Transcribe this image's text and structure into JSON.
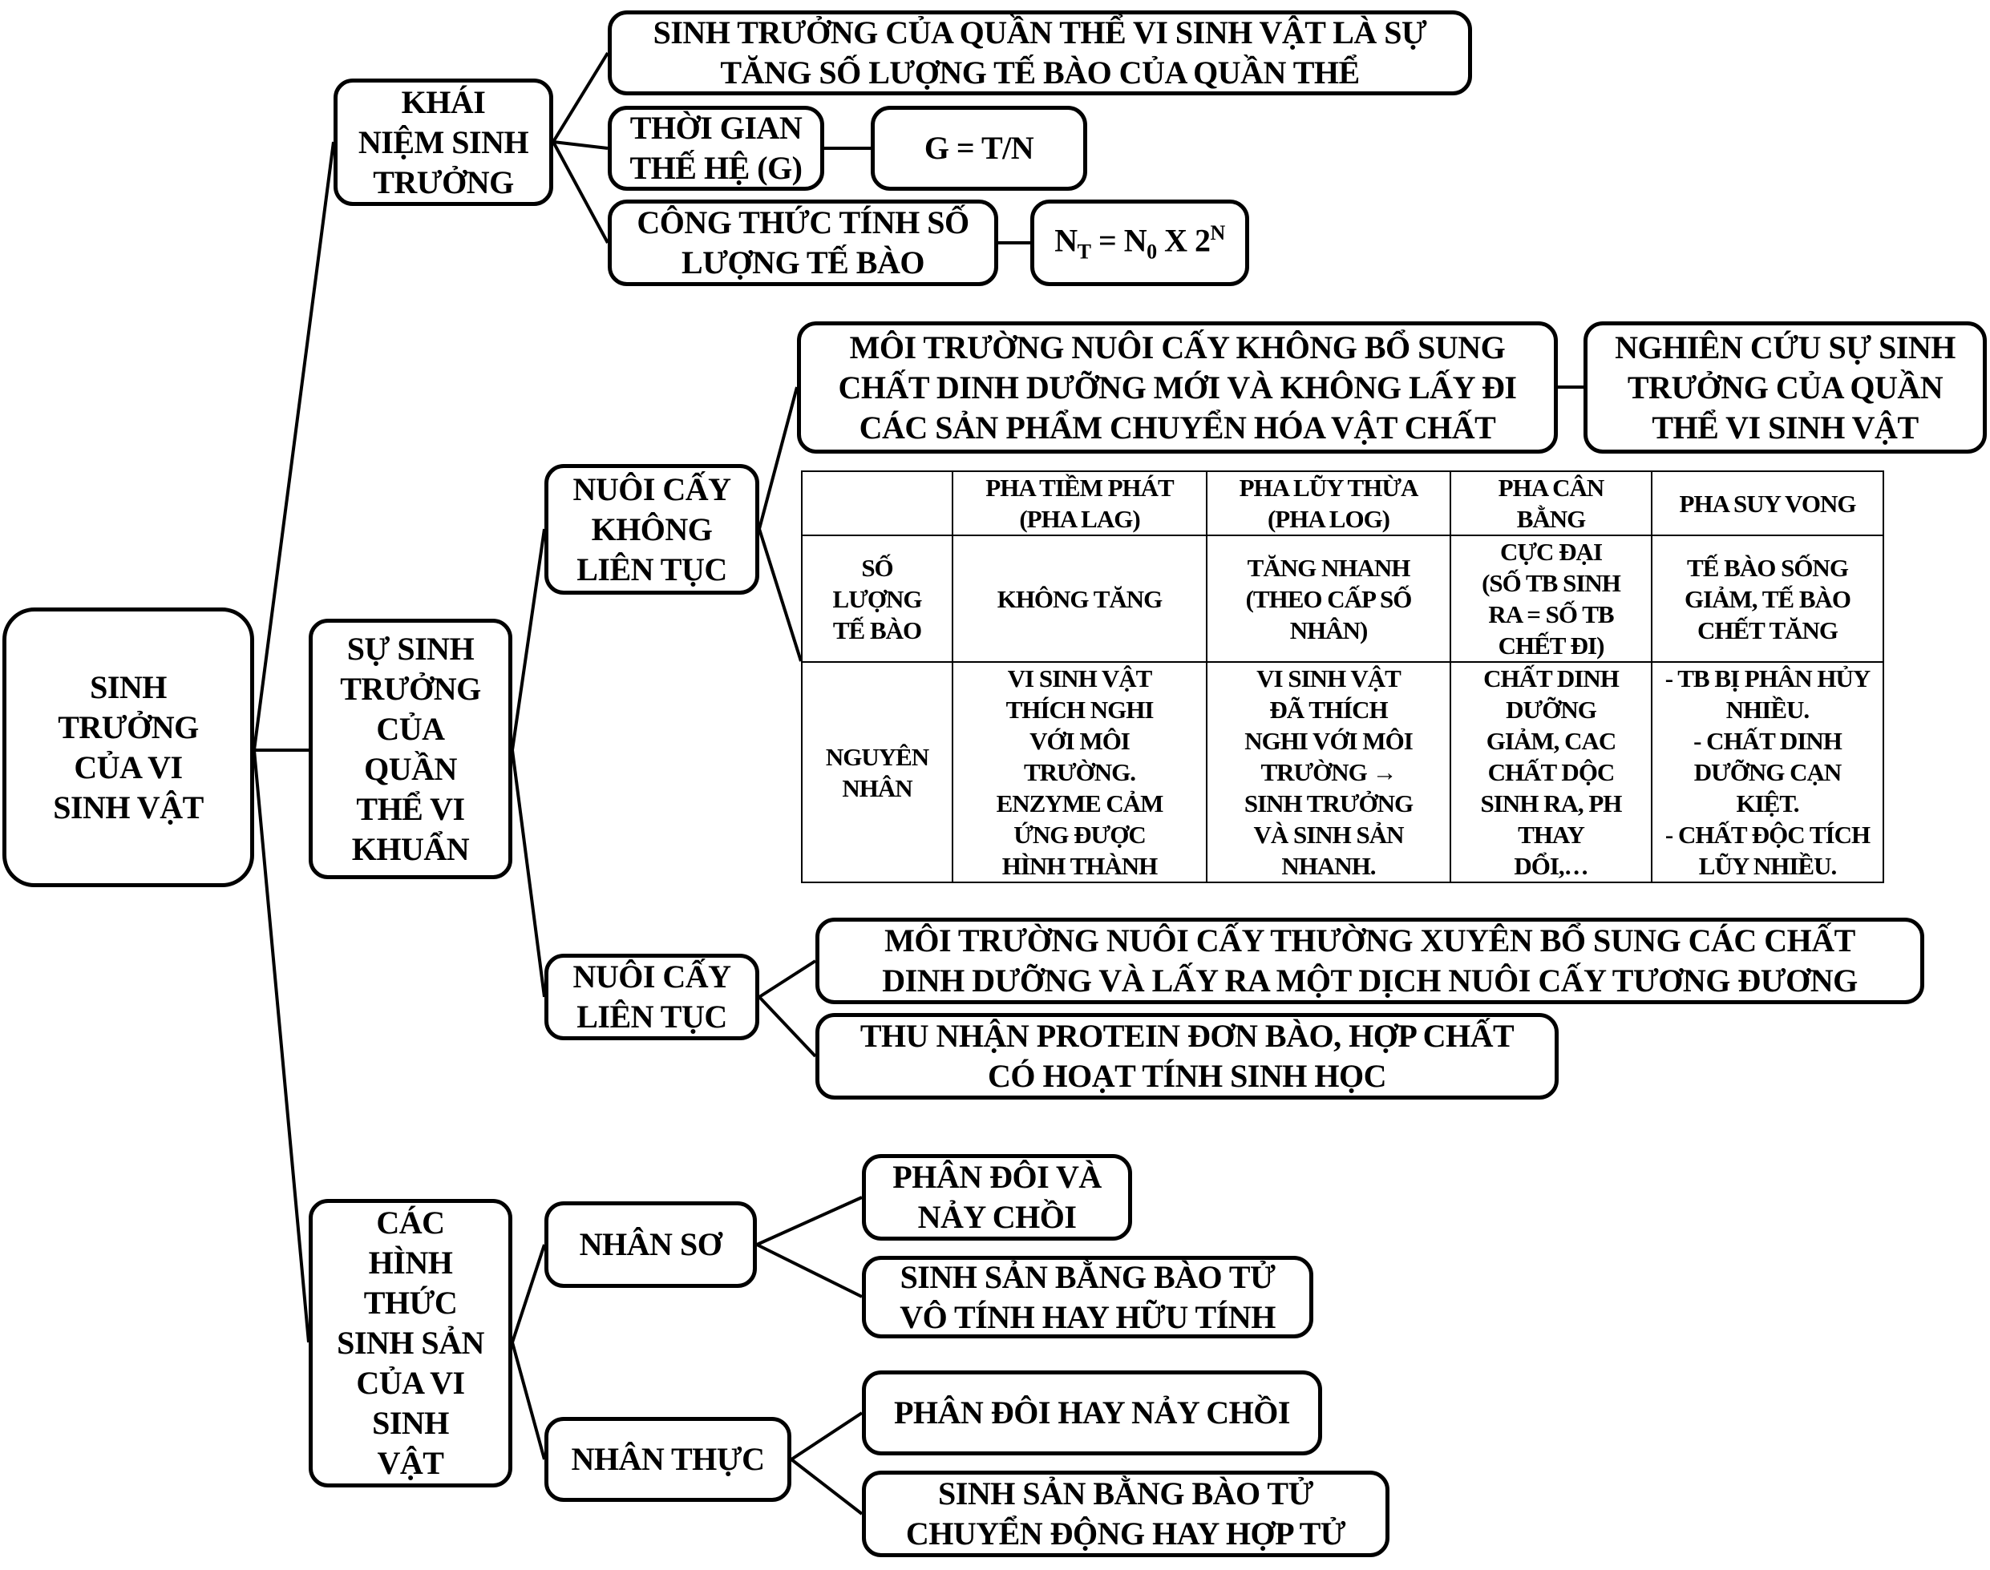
{
  "root": "SINH\nTRƯỞNG\nCỦA VI\nSINH VẬT",
  "concept": {
    "title": "KHÁI\nNIỆM SINH\nTRƯỞNG",
    "definition": "SINH TRƯỞNG CỦA QUẦN THỂ VI SINH VẬT LÀ SỰ\nTĂNG SỐ LƯỢNG TẾ BÀO CỦA QUẦN THỂ",
    "generation_time": "THỜI GIAN\nTHẾ HỆ (G)",
    "generation_formula": "G = T/N",
    "count_formula_label": "CÔNG THỨC TÍNH SỐ\nLƯỢNG TẾ BÀO",
    "count_formula": {
      "n": "N",
      "t": "T",
      "eq": " = N",
      "zero": "0",
      "x": " X 2",
      "exp": "N"
    }
  },
  "growth": {
    "title": "SỰ SINH\nTRƯỞNG\nCỦA\nQUẦN\nTHỂ VI\nKHUẨN",
    "batch": {
      "title": "NUÔI CẤY\nKHÔNG\nLIÊN TỤC",
      "definition": "MÔI TRƯỜNG NUÔI CẤY KHÔNG BỔ SUNG\nCHẤT DINH DƯỠNG MỚI VÀ KHÔNG LẤY ĐI\nCÁC SẢN PHẨM CHUYỂN HÓA VẬT CHẤT",
      "purpose": "NGHIÊN CỨU SỰ SINH\nTRƯỞNG CỦA QUẦN\nTHỂ VI SINH VẬT",
      "table": {
        "headers": [
          "",
          "PHA TIỀM PHÁT\n(PHA LAG)",
          "PHA LŨY THỪA\n(PHA LOG)",
          "PHA CÂN\nBẰNG",
          "PHA SUY VONG"
        ],
        "rows": [
          [
            "SỐ\nLƯỢNG\nTẾ BÀO",
            "KHÔNG TĂNG",
            "TĂNG NHANH\n(THEO CẤP SỐ\nNHÂN)",
            "CỰC ĐẠI\n(SỐ TB SINH\nRA = SỐ TB\nCHẾT ĐI)",
            "TẾ BÀO SỐNG\nGIẢM, TẾ BÀO\nCHẾT TĂNG"
          ],
          [
            "NGUYÊN\nNHÂN",
            "VI SINH VẬT\nTHÍCH NGHI\nVỚI MÔI\nTRƯỜNG.\nENZYME CẢM\nỨNG ĐƯỢC\nHÌNH THÀNH",
            "VI SINH VẬT\nĐÃ THÍCH\nNGHI VỚI MÔI\nTRƯỜNG →\nSINH TRƯỞNG\nVÀ SINH SẢN\nNHANH.",
            "CHẤT DINH\nDƯỠNG\nGIẢM, CAC\nCHẤT DỘC\nSINH RA, PH\nTHAY\nDỔI,…",
            "- TB BỊ PHÂN HỦY\nNHIỀU.\n- CHẤT DINH\nDƯỠNG CẠN\nKIỆT.\n- CHẤT ĐỘC TÍCH\nLŨY NHIỀU."
          ]
        ]
      }
    },
    "continuous": {
      "title": "NUÔI CẤY\nLIÊN TỤC",
      "definition": "MÔI TRƯỜNG NUÔI CẤY THƯỜNG XUYÊN BỔ SUNG CÁC CHẤT\nDINH DƯỠNG VÀ LẤY RA MỘT DỊCH NUÔI CẤY TƯƠNG ĐƯƠNG",
      "application": "THU NHẬN PROTEIN ĐƠN BÀO, HỢP CHẤT\nCÓ HOẠT TÍNH SINH HỌC"
    }
  },
  "reproduction": {
    "title": "CÁC\nHÌNH\nTHỨC\nSINH SẢN\nCỦA VI\nSINH\nVẬT",
    "prokaryote": {
      "title": "NHÂN SƠ",
      "items": [
        "PHÂN ĐÔI VÀ\nNẢY CHỒI",
        "SINH SẢN BẰNG BÀO TỬ\nVÔ TÍNH HAY HỮU TÍNH"
      ]
    },
    "eukaryote": {
      "title": "NHÂN THỰC",
      "items": [
        "PHÂN ĐÔI HAY NẢY CHỒI",
        "SINH SẢN BẰNG BÀO TỬ\nCHUYỂN ĐỘNG HAY HỢP TỬ"
      ]
    }
  }
}
